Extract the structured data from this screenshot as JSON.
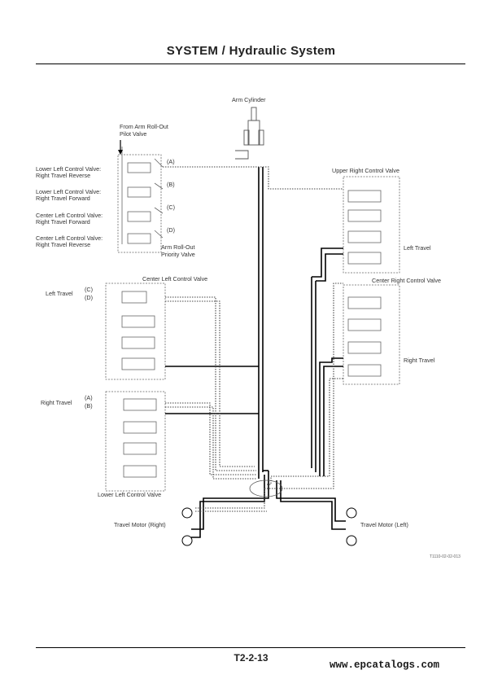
{
  "header": {
    "title": "SYSTEM / Hydraulic System"
  },
  "labels": {
    "arm_cylinder": "Arm Cylinder",
    "from_arm_rollout_1": "From Arm Roll-Out",
    "from_arm_rollout_2": "Pilot Valve",
    "lower_left_cv": "Lower Left Control Valve:",
    "right_travel_reverse": "Right Travel Reverse",
    "lower_left_cv_2": "Lower Left Control Valve:",
    "right_travel_forward": "Right Travel Forward",
    "center_left_cv": "Center Left Control Valve:",
    "right_travel_forward_2": "Right Travel Forward",
    "center_left_cv_2": "Center Left Control Valve:",
    "right_travel_reverse_2": "Right Travel Reverse",
    "port_a": "(A)",
    "port_b": "(B)",
    "port_c": "(C)",
    "port_d": "(D)",
    "arm_rollout_priority_1": "Arm Roll-Out",
    "arm_rollout_priority_2": "Priority Valve",
    "upper_right_cv": "Upper Right Control Valve",
    "left_travel_right": "Left Travel",
    "center_left_control_valve": "Center Left Control Valve",
    "left_travel_left": "Left Travel",
    "port_c2": "(C)",
    "port_d2": "(D)",
    "center_right_control_valve": "Center Right Control Valve",
    "right_travel_right": "Right Travel",
    "right_travel_left": "Right Travel",
    "port_a2": "(A)",
    "port_b2": "(B)",
    "lower_left_control_valve": "Lower Left Control Valve",
    "travel_motor_right": "Travel Motor (Right)",
    "travel_motor_left": "Travel Motor (Left)",
    "figure_code": "T1110-02-02-013"
  },
  "footer": {
    "page_number": "T2-2-13",
    "site": "www.epcatalogs.com"
  }
}
